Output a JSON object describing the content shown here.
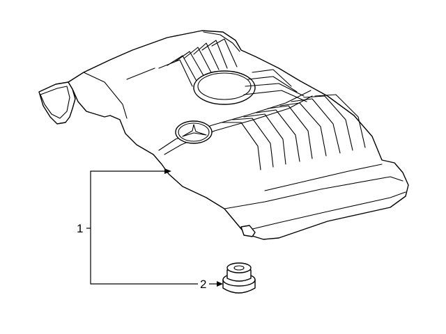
{
  "callouts": [
    {
      "number": "1",
      "part": "engine-cover"
    },
    {
      "number": "2",
      "part": "grommet"
    }
  ],
  "colors": {
    "line": "#000000",
    "background": "#ffffff"
  }
}
